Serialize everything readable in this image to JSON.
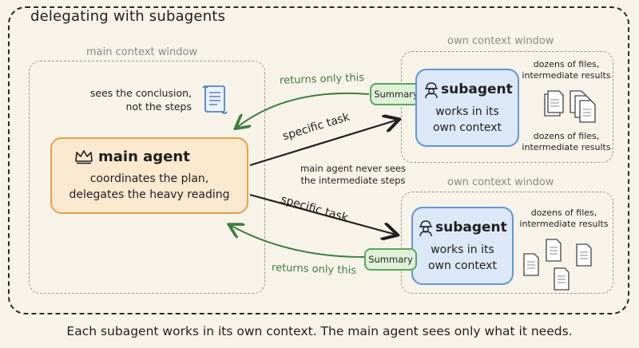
{
  "title": "delegating with subagents",
  "zones": {
    "main_label": "main context window",
    "sub_top_label": "own context window",
    "sub_bottom_label": "own context window"
  },
  "main_agent": {
    "name": "main agent",
    "desc_line1": "coordinates the plan,",
    "desc_line2": "delegates the heavy reading",
    "icon": "crown-icon"
  },
  "sees_note": {
    "line1": "sees the conclusion,",
    "line2": "not the steps",
    "icon": "scroll-icon"
  },
  "subagents": [
    {
      "name": "subagent",
      "desc_line1": "works in its",
      "desc_line2": "own context",
      "summary": "Summary",
      "files_note_a_1": "dozens of files,",
      "files_note_a_2": "intermediate results",
      "files_note_b_1": "dozens of files,",
      "files_note_b_2": "intermediate results",
      "icon": "worker-icon"
    },
    {
      "name": "subagent",
      "desc_line1": "works in its",
      "desc_line2": "own context",
      "summary": "Summary",
      "files_note_1": "dozens of files,",
      "files_note_2": "intermediate results",
      "icon": "worker-icon"
    }
  ],
  "arrows": {
    "task_top": "specific task",
    "task_bottom": "specific task",
    "returns_top": "returns only this",
    "returns_bottom": "returns only this",
    "never_sees_1": "main agent never sees",
    "never_sees_2": "the intermediate steps"
  },
  "colors": {
    "main_fill": "#fbe9cf",
    "main_border": "#e0a24a",
    "sub_fill": "#dce8f8",
    "sub_border": "#5f97d6",
    "summary_fill": "#dff1d8",
    "return_arrow": "#3e7d3e"
  },
  "caption": "Each subagent works in its own context. The main agent sees only what it needs."
}
